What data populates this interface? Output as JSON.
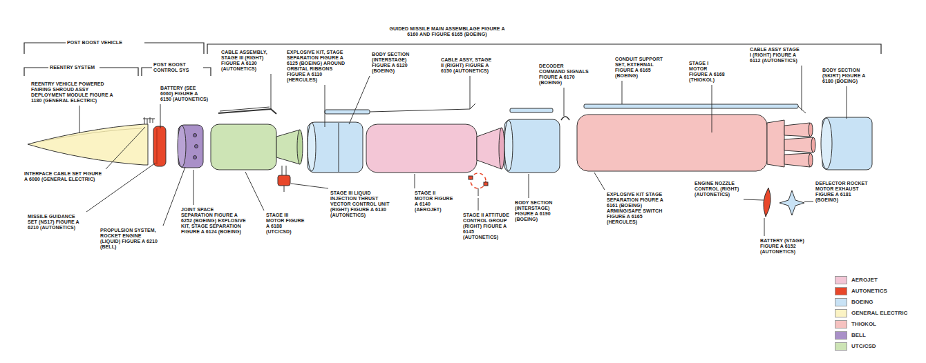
{
  "diagram": {
    "labels": [
      "POST BOOST VEHICLE",
      "GUIDED MISSILE MAIN ASSEMBLAGE FIGURE A 6160 AND FIGURE 6165 (BOEING)",
      "REENTRY SYSTEM",
      "POST BOOST CONTROL SYS",
      "REENTRY VEHICLE POWERED FAIRING SHROUD ASSY DEPLOYMENT MODULE FIGURE A 1180 (GENERAL ELECTRIC)",
      "BATTERY (SEE 6060) FIGURE A 6150 (AUTONETICS)",
      "CABLE ASSEMBLY, STAGE III (RIGHT) FIGURE A 6130 (AUTONETICS)",
      "EXPLOSIVE KIT, STAGE SEPARATION FIGURE A 6125 (BOEING) AROUND ORBITAL RIBBONS FIGURE A 6110 (HERCULES)",
      "BODY SECTION (INTERSTAGE) FIGURE A 6120 (BOEING)",
      "CABLE ASSY, STAGE II (RIGHT) FIGURE A 6150 (AUTONETICS)",
      "DECODER COMMAND SIGNALS FIGURE A 6170 (BOEING)",
      "CONDUIT SUPPORT SET, EXTERNAL FIGURE A 6165 (BOEING)",
      "STAGE I MOTOR FIGURE A 6168 (THIOKOL)",
      "CABLE ASSY STAGE I (RIGHT) FIGURE A 6112 (AUTONETICS)",
      "BODY SECTION (SKIRT) FIGURE A 6180 (BOEING)",
      "INTERFACE CABLE SET FIGURE A 6080 (GENERAL ELECTRIC)",
      "MISSILE GUIDANCE SET (NS17) FIGURE A 6210 (AUTONETICS)",
      "PROPULSION SYSTEM, ROCKET ENGINE (LIQUID) FIGURE A 6210 (BELL)",
      "JOINT SPACE SEPARATION FIGURE A 6252 (BOEING) EXPLOSIVE KIT, STAGE SEPARATION FIGURE A 6124 (BOEING)",
      "STAGE III MOTOR FIGURE A 6188 (UTC/CSD)",
      "STAGE III LIQUID INJECTION THRUST VECTOR CONTROL UNIT (RIGHT) FIGURE A 6130 (AUTONETICS)",
      "STAGE II MOTOR FIGURE A 6140 (AEROJET)",
      "STAGE II ATTITUDE CONTROL GROUP (RIGHT) FIGURE A 6145 (AUTONETICS)",
      "BODY SECTION (INTERSTAGE) FIGURE A 6190 (BOEING)",
      "EXPLOSIVE KIT STAGE SEPARATION FIGURE A 6161 (BOEING) ARMING/SAFE SWITCH FIGURE A 6165 (HERCULES)",
      "ENGINE NOZZLE CONTROL (RIGHT) (AUTONETICS)",
      "DEFLECTOR ROCKET MOTOR EXHAUST FIGURE A 6181 (BOEING)",
      "BATTERY (STAGE) FIGURE A 6152 (AUTONETICS)"
    ],
    "legend": [
      {
        "text": "AEROJET",
        "color": "#f3c6d6"
      },
      {
        "text": "AUTONETICS",
        "color": "#e8472a"
      },
      {
        "text": "BOEING",
        "color": "#c8e2f5"
      },
      {
        "text": "GENERAL ELECTRIC",
        "color": "#fbf3c4"
      },
      {
        "text": "THIOKOL",
        "color": "#f6c2c0"
      },
      {
        "text": "BELL",
        "color": "#a990c8"
      },
      {
        "text": "UTC/CSD",
        "color": "#cde4b5"
      }
    ]
  }
}
